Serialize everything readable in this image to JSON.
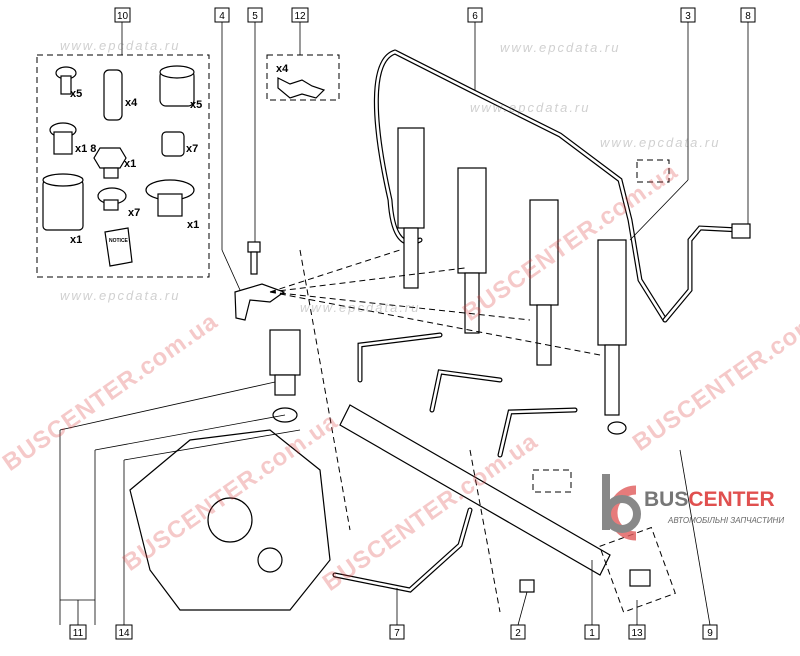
{
  "callouts": {
    "c10": "10",
    "c4": "4",
    "c5": "5",
    "c12": "12",
    "c6": "6",
    "c3": "3",
    "c8": "8",
    "c11": "11",
    "c14": "14",
    "c7": "7",
    "c2": "2",
    "c1": "1",
    "c13": "13",
    "c9": "9"
  },
  "kit_quantities": {
    "screw": "x5",
    "filter": "x4",
    "nut_large": "x5",
    "plug": "x1 8",
    "hex_fitting": "x1",
    "nut_small": "x7",
    "clip": "x7",
    "sleeve": "x1",
    "seal_ring": "x1",
    "notice": "NOTICE"
  },
  "clip_qty": "x4",
  "watermarks": {
    "brand": "BUSCENTER.com.ua",
    "epc": "www.epcdata.ru"
  },
  "logo": {
    "name_a": "BUS",
    "name_b": "CENTER",
    "tagline": "АВТОМОБІЛЬНІ ЗАПЧАСТИНИ"
  }
}
